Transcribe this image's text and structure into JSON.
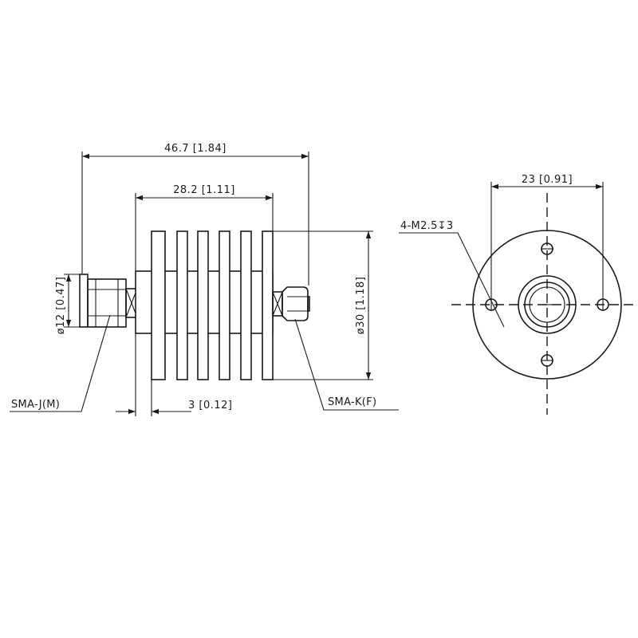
{
  "dimensions": {
    "overall_length": "46.7 [1.84]",
    "body_length": "28.2 [1.11]",
    "body_diameter": "ø30 [1.18]",
    "connector_diameter": "ø12 [0.47]",
    "flange_thickness": "3 [0.12]",
    "hole_spacing": "23 [0.91]"
  },
  "labels": {
    "left_connector": "SMA-J(M)",
    "right_connector": "SMA-K(F)",
    "mounting_holes": "4-M2.5↧3"
  },
  "colors": {
    "line": "#1a1a1a",
    "background": "#ffffff"
  }
}
